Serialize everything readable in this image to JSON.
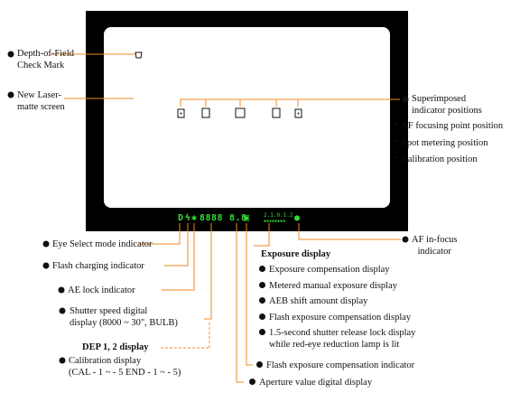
{
  "colors": {
    "frame": "#000000",
    "screen": "#ffffff",
    "lcd": "#33dd33",
    "leader": "#f08a24",
    "text": "#111111"
  },
  "lcd": {
    "eye_select": "D",
    "flash_charging": "ϟ",
    "ae_lock": "✱",
    "shutter": "8888",
    "aperture": "8.8",
    "fe_indicator": "▣",
    "exposure_scale": "2.1.0.1.2",
    "exposure_ticks": "▪▪▪▪▪▪▪▪",
    "af_in_focus": "●"
  },
  "labels": {
    "dof": [
      "Depth-of-Field",
      "Check Mark"
    ],
    "laser": [
      "New  Laser-",
      "matte screen"
    ],
    "superimposed": [
      "Superimposed",
      "indicator positions"
    ],
    "af_point": "* AF focusing point position",
    "spot": "* Spot metering position",
    "calib_pos": "* Calibration position",
    "eye_select": "Eye Select mode indicator",
    "flash_charging": "Flash charging indicator",
    "ae_lock": "AE lock indicator",
    "shutter": [
      "Shutter speed digital",
      "display (8000 ~ 30\", BULB)"
    ],
    "dep": "DEP 1, 2 display",
    "calib_disp": [
      "Calibration display",
      "(CAL - 1 ~ - 5  END - 1 ~ - 5)"
    ],
    "exposure_display": "Exposure display",
    "exp_comp": "Exposure compensation display",
    "metered": "Metered manual exposure display",
    "aeb": "AEB shift amount display",
    "flash_exp_comp": "Flash exposure compensation display",
    "shutter_lock": [
      "1.5-second shutter release lock display",
      "while red-eye reduction lamp is lit"
    ],
    "fe_indicator": "Flash exposure compensation indicator",
    "aperture": "Aperture value digital display",
    "af_in_focus": [
      "AF in-focus",
      "indicator"
    ]
  }
}
